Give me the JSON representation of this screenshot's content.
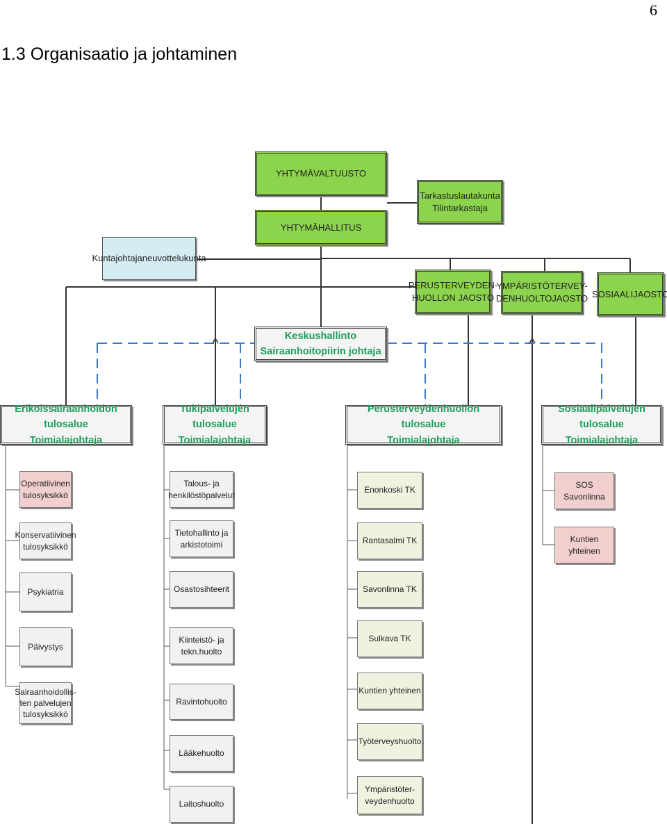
{
  "page": {
    "number": "6",
    "heading": "1.3 Organisaatio ja johtaminen"
  },
  "org": {
    "council": "YHTYMÄVALTUUSTO",
    "board": "YHTYMÄHALLITUS",
    "audit": "Tarkastuslautakunta\nTilintarkastaja",
    "municipal": "Kuntajohtajaneuvottelukunta",
    "committees": {
      "health": "PERUSTERVEYDEN-\nHUOLLON JAOSTO",
      "environment": "YMPÄRISTÖTERVEY-\nDENHUOLTOJAOSTO",
      "social": "SOSIAALIJAOSTO"
    },
    "central": "Keskushallinto\nSairaanhoitopiirin johtaja",
    "areas": {
      "specialist": "Erikoissairaanhoidon tulosalue\nToimialajohtaja",
      "support": "Tukipalvelujen tulosalue\nToimialajohtaja",
      "primary": "Perusterveydenhuollon tulosalue\nToimialajohtaja",
      "social": "Sosiaalipalvelujen tulosalue\nToimialajohtaja"
    },
    "specialist_units": [
      "Operatiivinen\ntulosyksikkö",
      "Konservatiivinen\ntulosyksikkö",
      "Psykiatria",
      "Päivystys",
      "Sairaanhoidollis-\nten palvelujen\ntulosyksikkö"
    ],
    "support_units": [
      "Talous- ja\nhenkilöstöpalvelut",
      "Tietohallinto ja\narkistotoimi",
      "Osastosihteerit",
      "Kiinteistö- ja\ntekn.huolto",
      "Ravintohuolto",
      "Lääkehuolto",
      "Laitoshuolto"
    ],
    "primary_units": [
      "Enonkoski TK",
      "Rantasalmi TK",
      "Savonlinna TK",
      "Sulkava TK",
      "Kuntien yhteinen",
      "Työterveyshuolto",
      "Ympäristöter-\nveydenhuolto"
    ],
    "social_units": [
      "SOS\nSavonlinna",
      "Kuntien yhteinen"
    ]
  },
  "colors": {
    "governance": "#8cd44d",
    "advisory": "#d4ecf3",
    "area_text": "#1e9e59",
    "dashed_link": "#3a78c9"
  }
}
